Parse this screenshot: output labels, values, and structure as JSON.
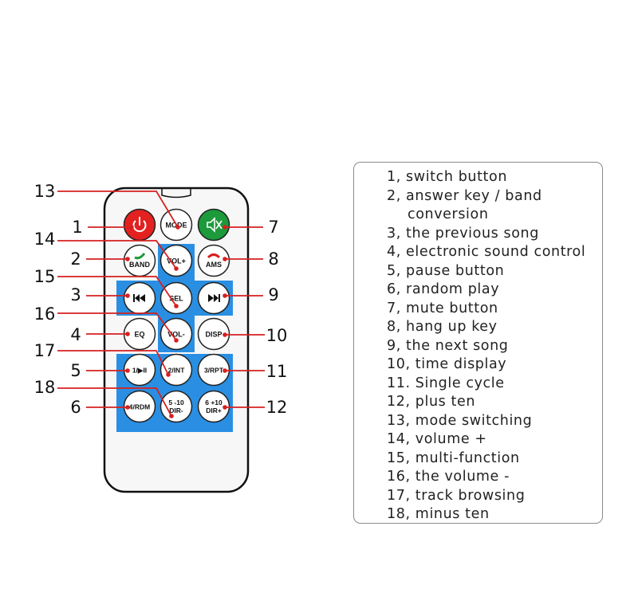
{
  "remote": {
    "buttons": [
      {
        "id": "power",
        "label": "",
        "icon": "power-icon",
        "color": "#e32121"
      },
      {
        "id": "mode",
        "label": "MODE"
      },
      {
        "id": "mute",
        "label": "",
        "icon": "speaker-mute-icon",
        "color": "#1c9a3c"
      },
      {
        "id": "band",
        "label": "BAND",
        "icon": "phone-answer-icon"
      },
      {
        "id": "vol-plus",
        "label": "VOL+"
      },
      {
        "id": "ams",
        "label": "AMS",
        "icon": "phone-hangup-icon"
      },
      {
        "id": "prev",
        "label": "",
        "icon": "previous-track-icon"
      },
      {
        "id": "sel",
        "label": "SEL"
      },
      {
        "id": "next",
        "label": "",
        "icon": "next-track-icon"
      },
      {
        "id": "eq",
        "label": "EQ"
      },
      {
        "id": "vol-minus",
        "label": "VOL-"
      },
      {
        "id": "disp",
        "label": "DISP"
      },
      {
        "id": "play-pause",
        "label": "1/▶II"
      },
      {
        "id": "int",
        "label": "2/INT"
      },
      {
        "id": "rpt",
        "label": "3/RPT"
      },
      {
        "id": "rdm",
        "label": "4/RDM"
      },
      {
        "id": "dir-minus",
        "label_top": "5 -10",
        "label_bottom": "DIR-"
      },
      {
        "id": "dir-plus",
        "label_top": "6 +10",
        "label_bottom": "DIR+"
      }
    ],
    "colors": {
      "body": "#f7f7f7",
      "outline": "#111111",
      "panel": "#2a8fe2",
      "callout": "#d62020"
    }
  },
  "callouts": [
    "1",
    "2",
    "3",
    "4",
    "5",
    "6",
    "7",
    "8",
    "9",
    "10",
    "11",
    "12",
    "13",
    "14",
    "15",
    "16",
    "17",
    "18"
  ],
  "legend": {
    "items": [
      "1, switch button",
      "2, answer key / band",
      "conversion",
      "3, the previous song",
      "4, electronic sound control",
      "5, pause button",
      "6, random play",
      "7, mute button",
      "8, hang up key",
      "9, the next song",
      "10, time display",
      "11. Single cycle",
      "12, plus ten",
      "13, mode switching",
      "14, volume +",
      "15, multi-function",
      "16, the volume -",
      "17, track browsing",
      "18, minus ten"
    ]
  }
}
